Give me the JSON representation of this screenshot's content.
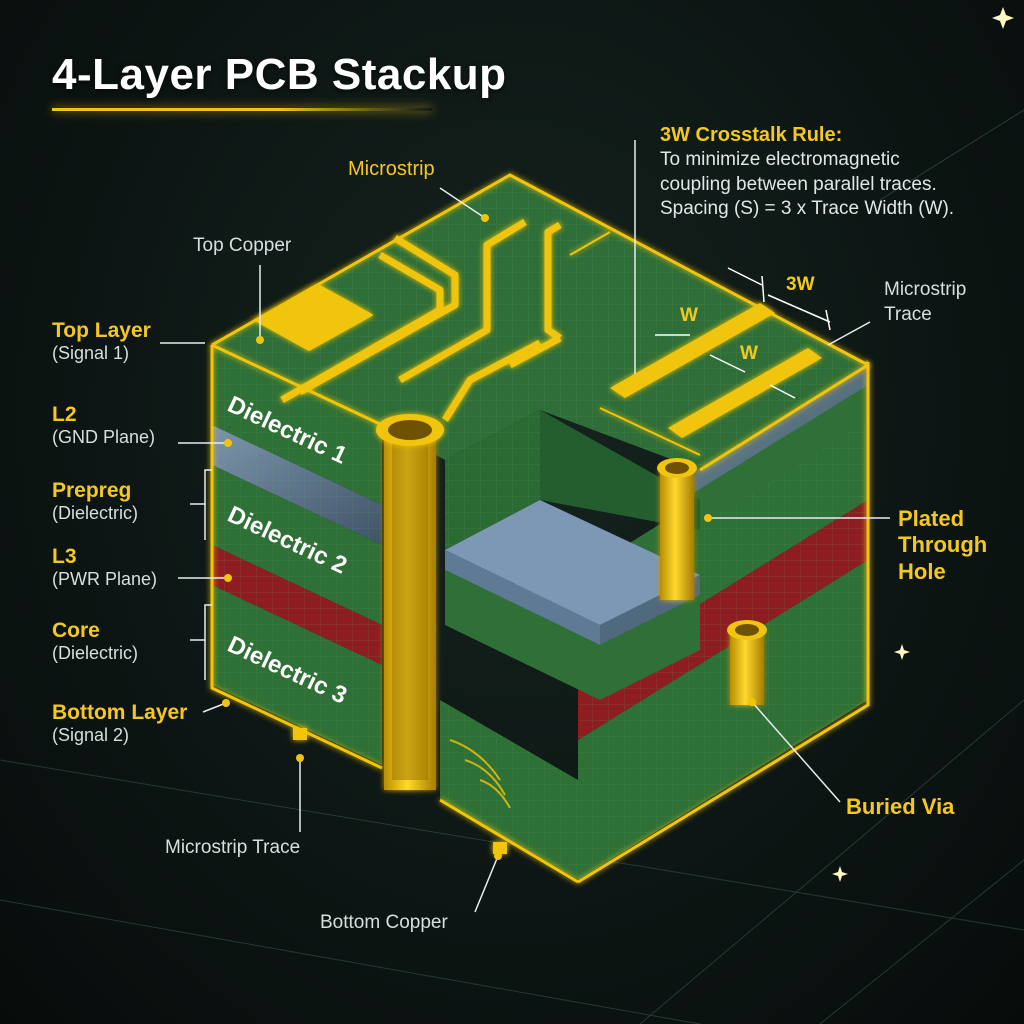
{
  "title": "4-Layer PCB Stackup",
  "left_labels": [
    {
      "head": "Top Layer",
      "sub": "(Signal 1)"
    },
    {
      "head": "L2",
      "sub": "(GND Plane)"
    },
    {
      "head": "Prepreg",
      "sub": "(Dielectric)"
    },
    {
      "head": "L3",
      "sub": "(PWR Plane)"
    },
    {
      "head": "Core",
      "sub": "(Dielectric)"
    },
    {
      "head": "Bottom Layer",
      "sub": "(Signal 2)"
    }
  ],
  "layer_names": [
    "Dielectric 1",
    "Dielectric 2",
    "Dielectric 3"
  ],
  "callouts": {
    "top_copper": "Top Copper",
    "microstrip": "Microstrip",
    "microstrip_trace_right": "Microstrip Trace",
    "microstrip_trace_bottom": "Microstrip Trace",
    "bottom_copper": "Bottom Copper",
    "plated_through_hole": "Plated Through Hole",
    "buried_via": "Buried Via"
  },
  "crosstalk_rule": {
    "heading": "3W Crosstalk Rule:",
    "lines": [
      "To minimize electromagnetic",
      "coupling between parallel traces.",
      "Spacing (S) = 3 x Trace Width (W)."
    ]
  },
  "dimensions": {
    "width_label": "W",
    "spacing_label": "3W"
  },
  "colors": {
    "copper": "#f1c40f",
    "dielectric": "#2d6e36",
    "gnd_plane": "#6b8198",
    "pwr_plane": "#8e1d22",
    "background": "#0d1614"
  }
}
